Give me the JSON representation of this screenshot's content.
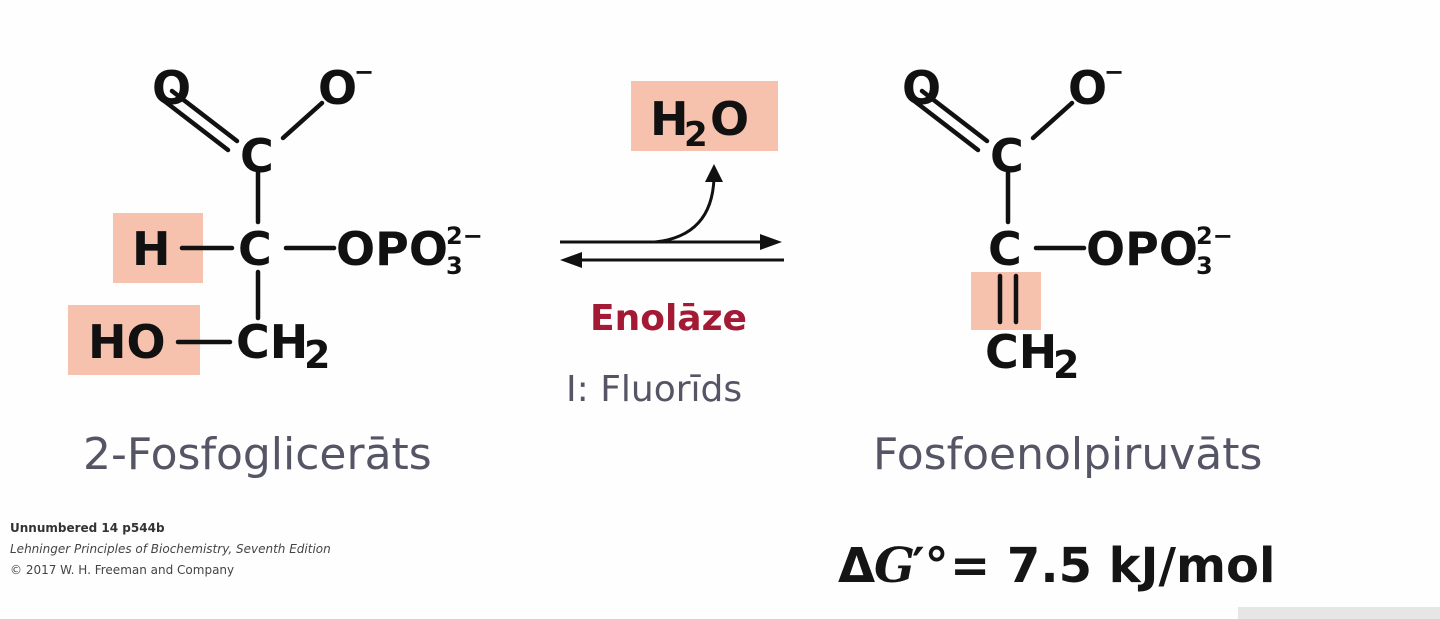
{
  "reactant": {
    "name": "2-Fosfoglicerāts",
    "atoms": {
      "carbonyl_o": "O",
      "carboxylate_o": "O",
      "carboxylate_charge": "−",
      "c1": "C",
      "h": "H",
      "c2": "C",
      "phosphate": "OPO",
      "phosphate_sub": "3",
      "phosphate_sup": "2−",
      "ho": "HO",
      "ch2": "CH",
      "ch2_sub": "2"
    }
  },
  "reaction": {
    "byproduct": "H",
    "byproduct_sub": "2",
    "byproduct_o": "O",
    "enzyme": "Enolāze",
    "inhibitor": "I: Fluorīds"
  },
  "product": {
    "name": "Fosfoenolpiruvāts",
    "atoms": {
      "carbonyl_o": "O",
      "carboxylate_o": "O",
      "carboxylate_charge": "−",
      "c1": "C",
      "c2": "C",
      "phosphate": "OPO",
      "phosphate_sub": "3",
      "phosphate_sup": "2−",
      "ch2": "CH",
      "ch2_sub": "2"
    }
  },
  "energy": {
    "delta": "Δ",
    "g": "G",
    "prime_degree": "′°",
    "value": "= 7.5 kJ/mol"
  },
  "credit": {
    "line1": "Unnumbered 14 p544b",
    "line2": "Lehninger Principles of Biochemistry, Seventh Edition",
    "line3": "© 2017 W. H. Freeman and Company"
  },
  "colors": {
    "highlight": "#f6c1ad",
    "enzyme": "#a31a35",
    "label": "#555566"
  }
}
